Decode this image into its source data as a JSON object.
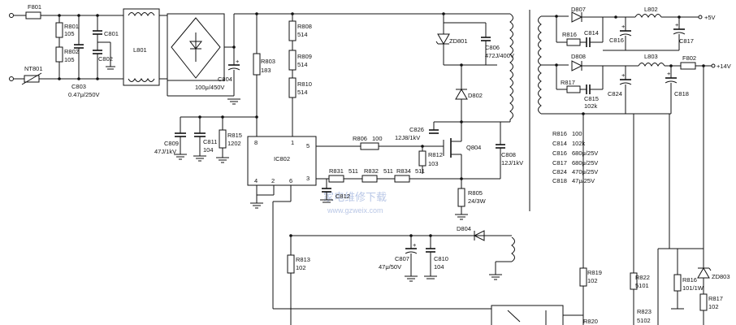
{
  "components": {
    "F801": "F801",
    "NT801": "NT801",
    "R801": "R801",
    "R801_val": "105",
    "R802": "R802",
    "R802_val": "105",
    "C801": "C801",
    "C802": "C802",
    "C803": "C803",
    "C803_val": "0.47μ/250V",
    "L801": "L801",
    "C804": "C804",
    "C804_val": "100μ/450V",
    "R803": "R803",
    "R803_val": "183",
    "R808": "R808",
    "R808_val": "514",
    "R809": "R809",
    "R809_val": "514",
    "R810": "R810",
    "R810_val": "514",
    "ZD801": "ZD801",
    "C806": "C806",
    "C806_val": "472J/400V",
    "D802": "D802",
    "C809": "C809",
    "C809_val": "47J/1kV",
    "C811": "C811",
    "C811_val": "104",
    "R815": "R815",
    "R815_val": "1202",
    "IC802": "IC802",
    "pin8": "8",
    "pin1": "1",
    "pin5": "5",
    "pin4": "4",
    "pin2": "2",
    "pin6": "6",
    "pin3": "3",
    "R806": "R806",
    "R806_val": "100",
    "C826": "C826",
    "C826_val": "12J8/1kV",
    "R812": "R812",
    "R812_val": "103",
    "Q804": "Q804",
    "C808": "C808",
    "C808_val": "12J/1kV",
    "R831": "R831",
    "R831_val": "511",
    "R832": "R832",
    "R832_val": "511",
    "R834": "R834",
    "R834_val": "511",
    "C812": "C812",
    "R805": "R805",
    "R805_val": "24/3W",
    "D804": "D804",
    "C807": "C807",
    "C807_val": "47μ/50V",
    "C810": "C810",
    "C810_val": "104",
    "R813": "R813",
    "R813_val": "102",
    "D807": "D807",
    "R816": "R816",
    "C814": "C814",
    "C816": "C816",
    "L802": "L802",
    "C817": "C817",
    "D808": "D808",
    "L803": "L803",
    "F802": "F802",
    "R817": "R817",
    "C815": "C815",
    "C815_val": "102k",
    "C824": "C824",
    "C818": "C818",
    "R819": "R819",
    "R819_val": "102",
    "R820": "R820",
    "R822": "R822",
    "R822_val": "5101",
    "R823": "R823",
    "R823_val": "5102",
    "R816b": "R816",
    "R816b_val": "101/1W",
    "ZD803": "ZD803",
    "R817b": "R817",
    "R817b_val": "102"
  },
  "outputs": {
    "plus5": "+5V",
    "plus14": "+14V"
  },
  "value_table": [
    {
      "ref": "R816",
      "val": "100"
    },
    {
      "ref": "C814",
      "val": "102k"
    },
    {
      "ref": "C816",
      "val": "680μ/25V"
    },
    {
      "ref": "C817",
      "val": "680μ/25V"
    },
    {
      "ref": "C824",
      "val": "470μ/25V"
    },
    {
      "ref": "C818",
      "val": "47μ/25V"
    }
  ],
  "watermark": {
    "cn": "家电维修下载",
    "url": "www.gzweix.com"
  },
  "colors": {
    "ink": "#111111",
    "watermark": "#b9c7e6",
    "paper": "#ffffff"
  }
}
